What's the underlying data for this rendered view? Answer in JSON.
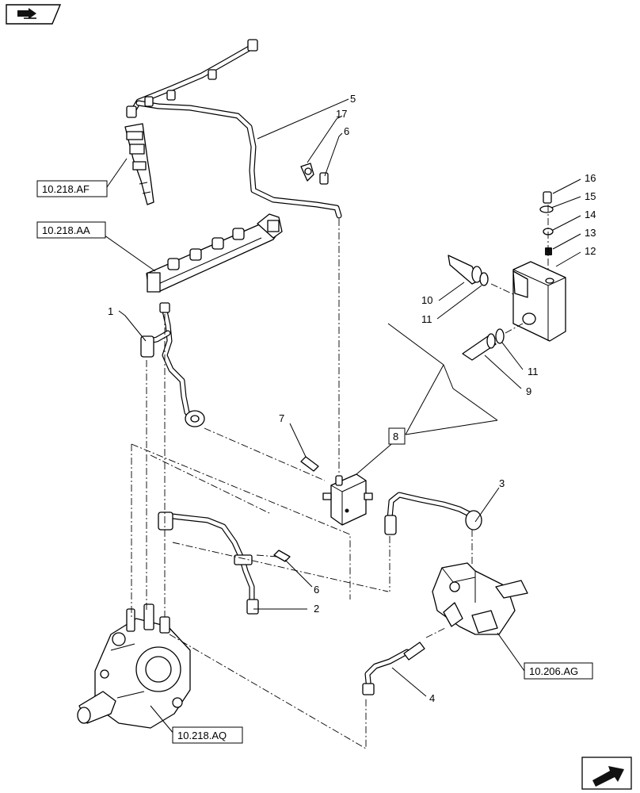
{
  "callouts": {
    "c1": "1",
    "c2": "2",
    "c3": "3",
    "c4": "4",
    "c5": "5",
    "c6a": "6",
    "c6b": "6",
    "c7": "7",
    "c8": "8",
    "c9": "9",
    "c10": "10",
    "c11a": "11",
    "c11b": "11",
    "c12": "12",
    "c13": "13",
    "c14": "14",
    "c15": "15",
    "c16": "16",
    "c17": "17"
  },
  "references": {
    "injector": "10.218.AF",
    "rail": "10.218.AA",
    "pump": "10.218.AQ",
    "filter": "10.206.AG"
  },
  "icons": {
    "top_left": "book-with-arrow-icon",
    "bottom_right": "next-page-arrow-icon"
  }
}
